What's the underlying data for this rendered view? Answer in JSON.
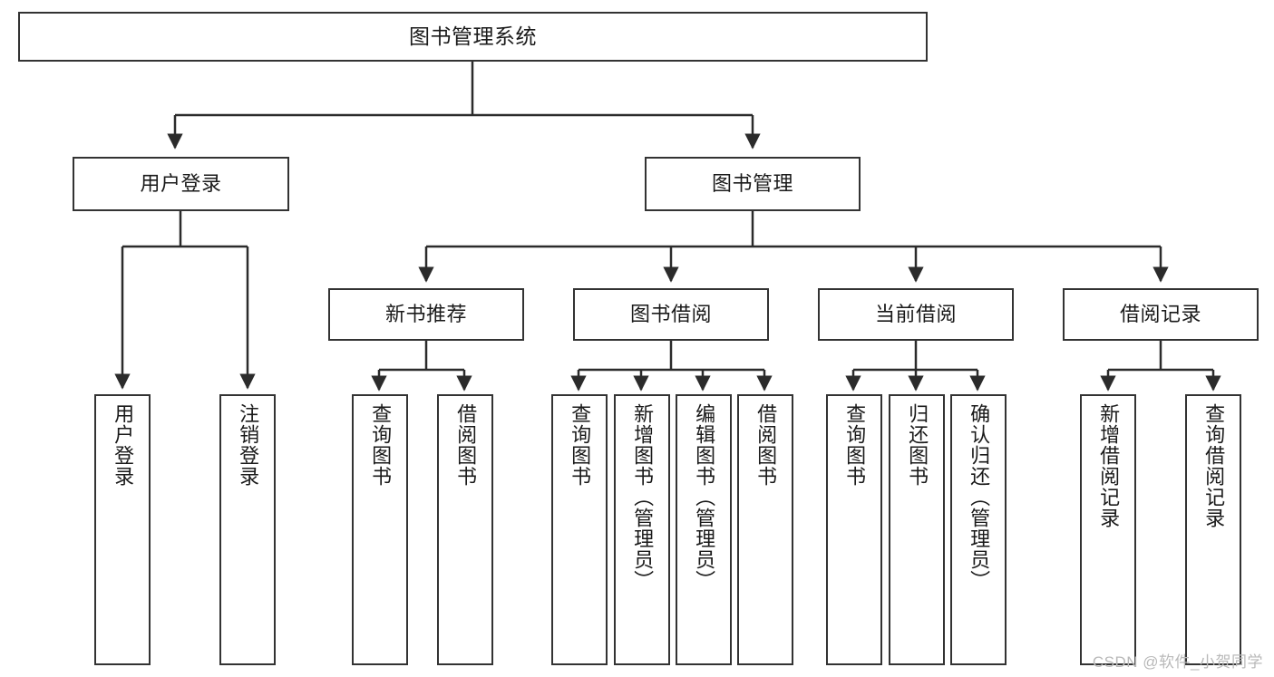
{
  "diagram": {
    "title": "图书管理系统",
    "type": "tree-hierarchy",
    "root": {
      "label": "图书管理系统"
    },
    "level2": [
      {
        "label": "用户登录"
      },
      {
        "label": "图书管理"
      }
    ],
    "level3": [
      {
        "label": "新书推荐"
      },
      {
        "label": "图书借阅"
      },
      {
        "label": "当前借阅"
      },
      {
        "label": "借阅记录"
      }
    ],
    "leaves": {
      "user_login": [
        {
          "label": "用户登录"
        },
        {
          "label": "注销登录"
        }
      ],
      "new_book_recommend": [
        {
          "label": "查询图书"
        },
        {
          "label": "借阅图书"
        }
      ],
      "book_borrow": [
        {
          "label": "查询图书"
        },
        {
          "label": "新增图书（管理员）"
        },
        {
          "label": "编辑图书（管理员）"
        },
        {
          "label": "借阅图书"
        }
      ],
      "current_borrow": [
        {
          "label": "查询图书"
        },
        {
          "label": "归还图书"
        },
        {
          "label": "确认归还（管理员）"
        }
      ],
      "borrow_records": [
        {
          "label": "新增借阅记录"
        },
        {
          "label": "查询借阅记录"
        }
      ]
    }
  },
  "watermark": {
    "text": "CSDN @软件_小贺同学"
  },
  "colors": {
    "box_border": "#333333",
    "box_fill": "#ffffff",
    "text": "#1a1a1a",
    "connector": "#2b2b2b",
    "watermark": "#b9b9b9"
  }
}
